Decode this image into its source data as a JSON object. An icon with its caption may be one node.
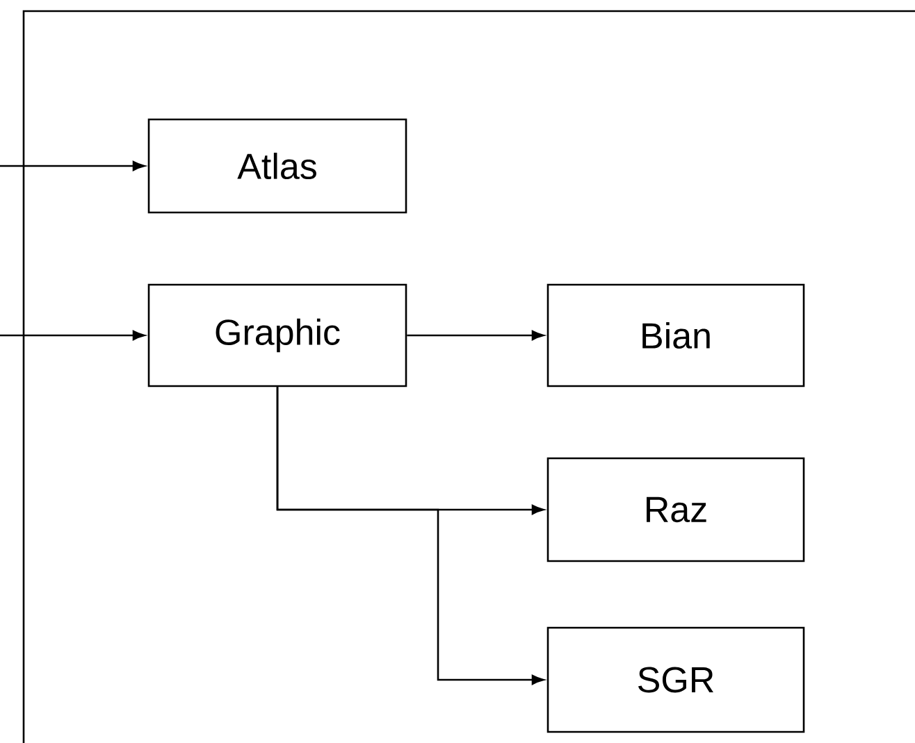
{
  "diagram": {
    "nodes": [
      {
        "text": [
          "Atlas"
        ]
      },
      {
        "text": [
          "Graphic"
        ]
      },
      {
        "text": [
          "Bian"
        ]
      },
      {
        "text": [
          "Raz"
        ]
      },
      {
        "text": [
          "SGR"
        ]
      }
    ],
    "edges": [
      {
        "from": null,
        "to": 0,
        "arrow": "to"
      },
      {
        "from": null,
        "to": 1,
        "arrow": "to"
      },
      {
        "from": 1,
        "to": 2,
        "arrow": "to"
      },
      {
        "from": 1,
        "to": 3,
        "arrow": "to"
      },
      {
        "from": 1,
        "to": 4,
        "arrow": "to"
      }
    ]
  }
}
